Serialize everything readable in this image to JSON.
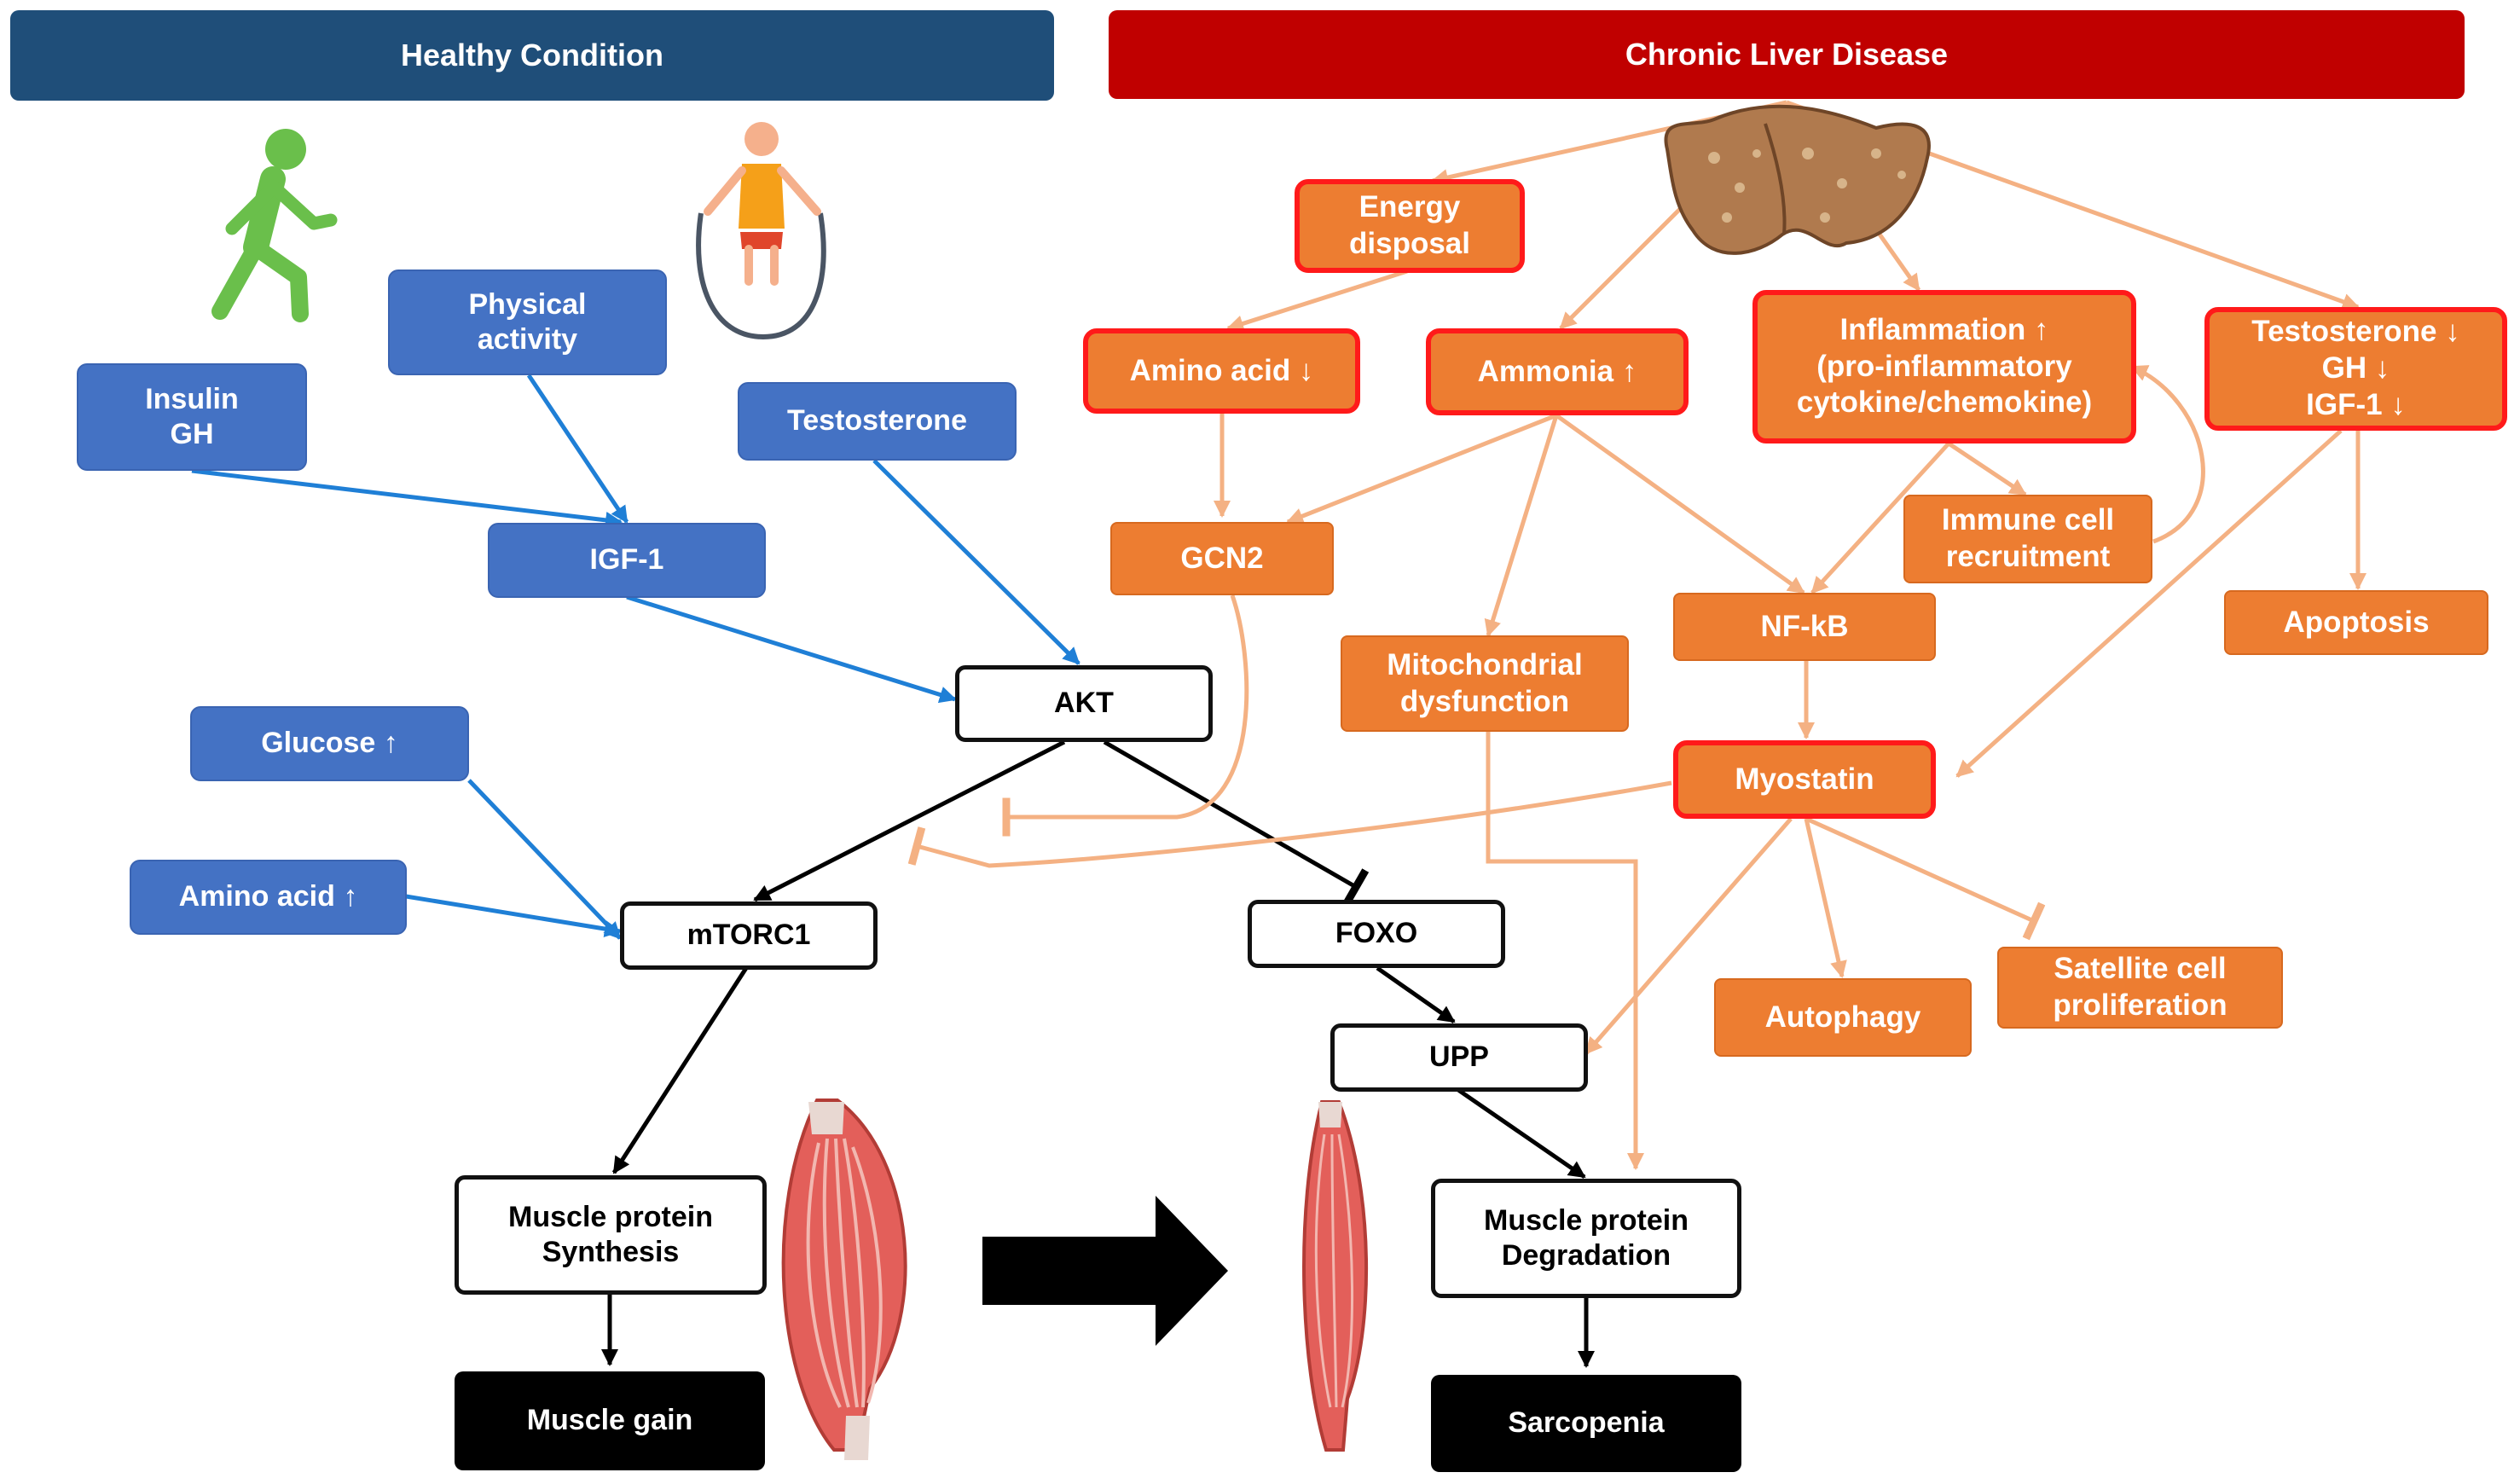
{
  "headers": {
    "left": "Healthy Condition",
    "right": "Chronic Liver Disease",
    "left_color": "#1f4e79",
    "right_color": "#c00000"
  },
  "healthy": {
    "insulin_gh": "Insulin\nGH",
    "physical_activity": "Physical\nactivity",
    "testosterone": "Testosterone",
    "igf1": "IGF-1",
    "glucose": "Glucose ↑",
    "amino_acid": "Amino acid ↑"
  },
  "pathway": {
    "akt": "AKT",
    "mtorc1": "mTORC1",
    "foxo": "FOXO",
    "upp": "UPP",
    "synthesis": "Muscle protein\nSynthesis",
    "degradation": "Muscle protein\nDegradation",
    "muscle_gain": "Muscle gain",
    "sarcopenia": "Sarcopenia"
  },
  "liver": {
    "energy_disposal": "Energy\ndisposal",
    "amino_acid_low": "Amino acid ↓",
    "ammonia": "Ammonia ↑",
    "inflammation": "Inflammation  ↑\n(pro-inflammatory\ncytokine/chemokine)",
    "hormones": "Testosterone  ↓\nGH  ↓\nIGF-1  ↓",
    "gcn2": "GCN2",
    "immune": "Immune cell\nrecruitment",
    "nfkb": "NF-kB",
    "apoptosis": "Apoptosis",
    "mito": "Mitochondrial\ndysfunction",
    "myostatin": "Myostatin",
    "autophagy": "Autophagy",
    "satellite": "Satellite cell\nproliferation"
  },
  "icons": [
    "walking-person-icon",
    "jump-rope-person-icon",
    "liver-icon",
    "muscle-icon",
    "atrophied-muscle-icon",
    "transition-arrow-icon"
  ],
  "colors": {
    "blue_box": "#4472c4",
    "blue_arrow": "#1f7fd6",
    "orange_box": "#ed7d31",
    "orange_arrow": "#f4b183",
    "highlight_border": "#ff1a1a"
  }
}
